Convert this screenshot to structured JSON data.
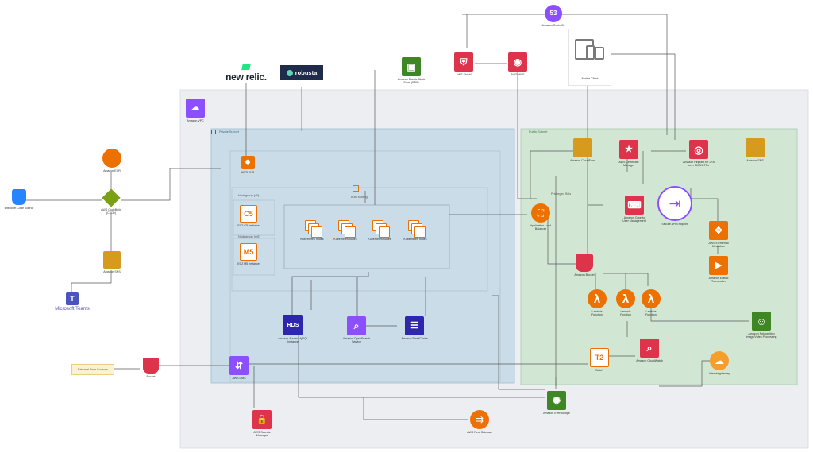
{
  "labels": {
    "vpc": "Amazon VPC",
    "private_subnet": "Private Subnet",
    "public_subnet": "Public Subnet",
    "auto_scaling": "Auto scaling",
    "nodegroup_c5": "Nodegroup (c5)",
    "nodegroup_m5": "Nodegroup (m5)",
    "privileged_sg": "Privileged SGs",
    "external_data_source": "External Data Sources"
  },
  "logos": {
    "new_relic": "new relic.",
    "robusta": "robusta",
    "microsoft_teams": "Microsoft Teams"
  },
  "icons": {
    "bitbucket": {
      "label": "Bitbucket Code Source",
      "glyph": ""
    },
    "ecr": {
      "label": "Amazon ECR",
      "glyph": ""
    },
    "codebuild": {
      "label": "AWS CodeBuild (CI/CD)",
      "glyph": ""
    },
    "sns_left": {
      "label": "Amazon SNS",
      "glyph": ""
    },
    "teams": {
      "label": "",
      "glyph": "T"
    },
    "eks": {
      "label": "AWS EKS",
      "glyph": ""
    },
    "ec2_c5": {
      "label": "EC2 C5 Instance",
      "glyph": "C5"
    },
    "ec2_m5": {
      "label": "EC2 M5 Instance",
      "glyph": "M5"
    },
    "k8s_nodes": [
      {
        "label": "Kubernetes nodes"
      },
      {
        "label": "Kubernetes nodes"
      },
      {
        "label": "Kubernetes nodes"
      },
      {
        "label": "Kubernetes nodes"
      }
    ],
    "efs": {
      "label": "Amazon Elastic Block Store (EBS)",
      "glyph": "▣"
    },
    "waf": {
      "label": "AWS Shield",
      "glyph": "⛨"
    },
    "guardduty": {
      "label": "AWS WAF",
      "glyph": "◉"
    },
    "route53": {
      "label": "Amazon Route 53",
      "glyph": "53"
    },
    "mobile": {
      "label": "Mobile Client",
      "glyph": ""
    },
    "rds": {
      "label": "Amazon Aurora MySQL Instance",
      "glyph": "RDS"
    },
    "opensearch": {
      "label": "Amazon OpenSearch Service",
      "glyph": "⌕"
    },
    "elasticache": {
      "label": "Amazon ElastiCache",
      "glyph": "☰"
    },
    "dms": {
      "label": "AWS DMS",
      "glyph": "⇵"
    },
    "s3_external": {
      "label": "Bucket",
      "glyph": ""
    },
    "secrets": {
      "label": "AWS Secrets Manager",
      "glyph": "🔒"
    },
    "api_gateway": {
      "label": "AWS Rest Gateway",
      "glyph": "⇉"
    },
    "stepfunctions": {
      "label": "Amazon EventBridge",
      "glyph": "✺"
    },
    "cloudfront": {
      "label": "Amazon CloudFront",
      "glyph": ""
    },
    "acm": {
      "label": "AWS Certificate Manager",
      "glyph": "★"
    },
    "pinpoint": {
      "label": "Amazon Pinpoint for 2FA over SMS/OTPs",
      "glyph": "◎"
    },
    "sns_right": {
      "label": "Amazon SNS",
      "glyph": ""
    },
    "alb": {
      "label": "Application Load Balancer",
      "glyph": "⛶"
    },
    "cognito": {
      "label": "Amazon Cognito User Management",
      "glyph": "⌨"
    },
    "vpc_endpoint": {
      "label": "Secure API Endpoint",
      "glyph": "⇥"
    },
    "elemental": {
      "label": "AWS Elemental MediaLive",
      "glyph": "✥"
    },
    "transcoder": {
      "label": "Amazon Elastic Transcoder",
      "glyph": "▶"
    },
    "s3_bucket": {
      "label": "Amazon Bucket",
      "glyph": ""
    },
    "lambda_1": {
      "label": "Lambda Function",
      "glyph": "λ"
    },
    "lambda_2": {
      "label": "Lambda Function",
      "glyph": "λ"
    },
    "lambda_3": {
      "label": "Lambda Function",
      "glyph": "λ"
    },
    "rekognition": {
      "label": "Amazon Rekognition Image/Video Processing",
      "glyph": "☺"
    },
    "t2": {
      "label": "Batch",
      "glyph": "T2"
    },
    "cloudwatch": {
      "label": "Amazon CloudWatch",
      "glyph": "⌕"
    },
    "internet_gw": {
      "label": "Internet gateway",
      "glyph": "☁"
    }
  },
  "colors": {
    "vpc_bg": "#eceef2",
    "private_bg": "#c9dce8",
    "public_bg": "#d2e6d4",
    "line": "#5a5a5a",
    "aws_red": "#dd344c",
    "aws_purple": "#8c4fff",
    "aws_green": "#3f8624",
    "aws_orange": "#ed7100",
    "aws_navy": "#2e27ad"
  }
}
